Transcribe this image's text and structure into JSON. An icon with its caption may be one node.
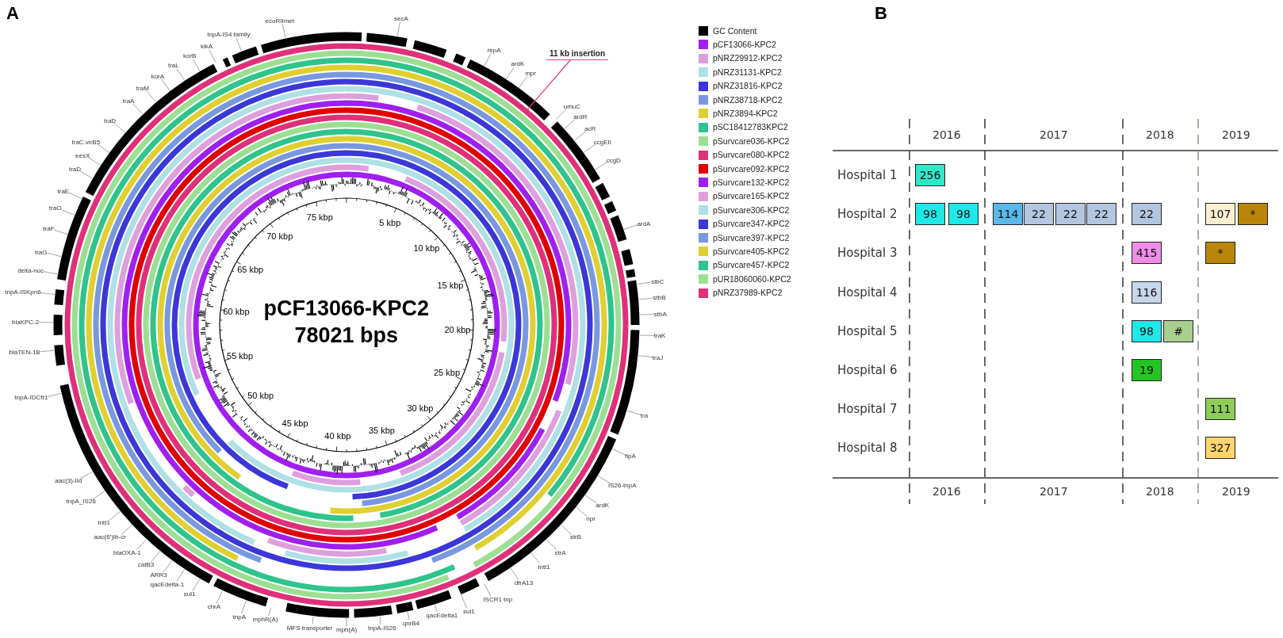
{
  "diagram": {
    "nodes": [
      {
        "text": [
          "secA"
        ]
      },
      {
        "text": [
          "repA"
        ]
      },
      {
        "text": [
          "ardK"
        ]
      },
      {
        "text": [
          "mpr"
        ]
      },
      {
        "text": [
          "umuC"
        ]
      },
      {
        "text": [
          "ardR"
        ]
      },
      {
        "text": [
          "acR"
        ]
      },
      {
        "text": [
          "ccgEII"
        ]
      },
      {
        "text": [
          "ccgD"
        ]
      },
      {
        "text": [
          "ardA"
        ]
      },
      {
        "text": [
          "stbC"
        ]
      },
      {
        "text": [
          "stbB"
        ]
      },
      {
        "text": [
          "stbA"
        ]
      },
      {
        "text": [
          "traK"
        ]
      },
      {
        "text": [
          "traJ"
        ]
      },
      {
        "text": [
          "tra"
        ]
      },
      {
        "text": [
          "fipA"
        ]
      },
      {
        "text": [
          "IS26-tnpA"
        ]
      },
      {
        "text": [
          "ardK"
        ]
      },
      {
        "text": [
          "npr"
        ]
      },
      {
        "text": [
          "strB"
        ]
      },
      {
        "text": [
          "strA"
        ]
      },
      {
        "text": [
          "IntI1"
        ]
      },
      {
        "text": [
          "dfrA13"
        ]
      },
      {
        "text": [
          "ISCR1 tnp"
        ]
      },
      {
        "text": [
          "sul1"
        ]
      },
      {
        "text": [
          "qacEdelta1"
        ]
      },
      {
        "text": [
          "qnrB4"
        ]
      },
      {
        "text": [
          "tnpA-IS26"
        ]
      },
      {
        "text": [
          "mph(A)"
        ]
      },
      {
        "text": [
          "MFS transporter"
        ]
      },
      {
        "text": [
          "mphR(A)"
        ]
      },
      {
        "text": [
          "tnpA"
        ]
      },
      {
        "text": [
          "chrA"
        ]
      },
      {
        "text": [
          "sul1"
        ]
      },
      {
        "text": [
          "qacEdelta-1"
        ]
      },
      {
        "text": [
          "ARR3"
        ]
      },
      {
        "text": [
          "catB3"
        ]
      },
      {
        "text": [
          "blaOXA-1"
        ]
      },
      {
        "text": [
          "aac(6')Ib-cr"
        ]
      },
      {
        "text": [
          "IntI1"
        ]
      },
      {
        "text": [
          "tnpA_IS26"
        ]
      },
      {
        "text": [
          "aac(3)-IId"
        ]
      },
      {
        "text": [
          "tnpA-IDCfr1"
        ]
      },
      {
        "text": [
          "blaTEN-1B"
        ]
      },
      {
        "text": [
          "blaKPC-2"
        ]
      },
      {
        "text": [
          "tnpA-ISKpn6"
        ]
      },
      {
        "text": [
          "delta-nuc"
        ]
      },
      {
        "text": [
          "traG"
        ]
      },
      {
        "text": [
          "traF"
        ]
      },
      {
        "text": [
          "traO"
        ]
      },
      {
        "text": [
          "traE"
        ]
      },
      {
        "text": [
          "traD"
        ]
      },
      {
        "text": [
          "eesX"
        ]
      },
      {
        "text": [
          "traC.virB5"
        ]
      },
      {
        "text": [
          "traD"
        ]
      },
      {
        "text": [
          "traA"
        ]
      },
      {
        "text": [
          "traM"
        ]
      },
      {
        "text": [
          "korA"
        ]
      },
      {
        "text": [
          "traL"
        ]
      },
      {
        "text": [
          "korB"
        ]
      },
      {
        "text": [
          "kikA"
        ]
      },
      {
        "text": [
          "tnpA-IS4 family"
        ]
      },
      {
        "text": [
          "ecoRIImet"
        ]
      },
      {
        "text": [
          "11 kb insertion"
        ]
      },
      {
        "text": [
          "256"
        ]
      },
      {
        "text": [
          "98"
        ]
      },
      {
        "text": [
          "98"
        ]
      },
      {
        "text": [
          "114"
        ]
      },
      {
        "text": [
          "22"
        ]
      },
      {
        "text": [
          "22"
        ]
      },
      {
        "text": [
          "22"
        ]
      },
      {
        "text": [
          "22"
        ]
      },
      {
        "text": [
          "107"
        ]
      },
      {
        "text": [
          "*"
        ]
      },
      {
        "text": [
          "415"
        ]
      },
      {
        "text": [
          "*"
        ]
      },
      {
        "text": [
          "116"
        ]
      },
      {
        "text": [
          "98"
        ]
      },
      {
        "text": [
          "#"
        ]
      },
      {
        "text": [
          "19"
        ]
      },
      {
        "text": [
          "111"
        ]
      },
      {
        "text": [
          "327"
        ]
      }
    ],
    "edges": [
      {
        "from": 0,
        "to": null,
        "arrow": "none"
      },
      {
        "from": 1,
        "to": null,
        "arrow": "none"
      },
      {
        "from": 2,
        "to": null,
        "arrow": "none"
      },
      {
        "from": 3,
        "to": null,
        "arrow": "none"
      },
      {
        "from": 4,
        "to": null,
        "arrow": "none"
      },
      {
        "from": 5,
        "to": null,
        "arrow": "none"
      },
      {
        "from": 6,
        "to": null,
        "arrow": "none"
      },
      {
        "from": 7,
        "to": null,
        "arrow": "none"
      },
      {
        "from": 8,
        "to": null,
        "arrow": "none"
      },
      {
        "from": 9,
        "to": null,
        "arrow": "none"
      },
      {
        "from": 10,
        "to": null,
        "arrow": "none"
      },
      {
        "from": 11,
        "to": null,
        "arrow": "none"
      },
      {
        "from": 12,
        "to": null,
        "arrow": "none"
      },
      {
        "from": 13,
        "to": null,
        "arrow": "none"
      },
      {
        "from": 14,
        "to": null,
        "arrow": "none"
      },
      {
        "from": 15,
        "to": null,
        "arrow": "none"
      },
      {
        "from": 16,
        "to": null,
        "arrow": "none"
      },
      {
        "from": 17,
        "to": null,
        "arrow": "none"
      },
      {
        "from": 18,
        "to": null,
        "arrow": "none"
      },
      {
        "from": 19,
        "to": null,
        "arrow": "none"
      },
      {
        "from": 20,
        "to": null,
        "arrow": "none"
      },
      {
        "from": 21,
        "to": null,
        "arrow": "none"
      },
      {
        "from": 22,
        "to": null,
        "arrow": "none"
      },
      {
        "from": 23,
        "to": null,
        "arrow": "none"
      },
      {
        "from": 24,
        "to": null,
        "arrow": "none"
      },
      {
        "from": 25,
        "to": null,
        "arrow": "none"
      },
      {
        "from": 26,
        "to": null,
        "arrow": "none"
      },
      {
        "from": 27,
        "to": null,
        "arrow": "none"
      },
      {
        "from": 28,
        "to": null,
        "arrow": "none"
      },
      {
        "from": 29,
        "to": null,
        "arrow": "none"
      },
      {
        "from": 30,
        "to": null,
        "arrow": "none"
      },
      {
        "from": 31,
        "to": null,
        "arrow": "none"
      },
      {
        "from": 32,
        "to": null,
        "arrow": "none"
      },
      {
        "from": 33,
        "to": null,
        "arrow": "none"
      },
      {
        "from": 34,
        "to": null,
        "arrow": "none"
      },
      {
        "from": 35,
        "to": null,
        "arrow": "none"
      },
      {
        "from": 36,
        "to": null,
        "arrow": "none"
      },
      {
        "from": 37,
        "to": null,
        "arrow": "none"
      },
      {
        "from": 38,
        "to": null,
        "arrow": "none"
      },
      {
        "from": 39,
        "to": null,
        "arrow": "none"
      },
      {
        "from": 40,
        "to": null,
        "arrow": "none"
      },
      {
        "from": 41,
        "to": null,
        "arrow": "none"
      },
      {
        "from": 42,
        "to": null,
        "arrow": "none"
      },
      {
        "from": 43,
        "to": null,
        "arrow": "none"
      },
      {
        "from": 44,
        "to": null,
        "arrow": "none"
      },
      {
        "from": 45,
        "to": null,
        "arrow": "none"
      },
      {
        "from": 46,
        "to": null,
        "arrow": "none"
      },
      {
        "from": 47,
        "to": null,
        "arrow": "none"
      },
      {
        "from": 48,
        "to": null,
        "arrow": "none"
      },
      {
        "from": 49,
        "to": null,
        "arrow": "none"
      },
      {
        "from": 50,
        "to": null,
        "arrow": "none"
      },
      {
        "from": 51,
        "to": null,
        "arrow": "none"
      },
      {
        "from": 52,
        "to": null,
        "arrow": "none"
      },
      {
        "from": 53,
        "to": null,
        "arrow": "none"
      },
      {
        "from": 54,
        "to": null,
        "arrow": "none"
      },
      {
        "from": 55,
        "to": null,
        "arrow": "none"
      },
      {
        "from": 56,
        "to": null,
        "arrow": "none"
      },
      {
        "from": 57,
        "to": null,
        "arrow": "none"
      },
      {
        "from": 58,
        "to": null,
        "arrow": "none"
      },
      {
        "from": 59,
        "to": null,
        "arrow": "none"
      },
      {
        "from": 60,
        "to": null,
        "arrow": "none"
      },
      {
        "from": 61,
        "to": null,
        "arrow": "none"
      },
      {
        "from": 62,
        "to": null,
        "arrow": "none"
      },
      {
        "from": 63,
        "to": null,
        "arrow": "none"
      },
      {
        "from": 64,
        "to": null,
        "arrow": "none",
        "color": "#e8417a"
      }
    ],
    "labels": [
      "A",
      "pCF13066-KPC2",
      "78021 bps",
      "5 kbp",
      "10 kbp",
      "15 kbp",
      "20 kbp",
      "25 kbp",
      "30 kbp",
      "35 kbp",
      "40 kbp",
      "45 kbp",
      "50 kbp",
      "55 kbp",
      "60 kbp",
      "65 kbp",
      "70 kbp",
      "75 kbp",
      "B",
      "2016",
      "2017",
      "2018",
      "2019",
      "Hospital 1",
      "Hospital 2",
      "Hospital 3",
      "Hospital 4",
      "Hospital 5",
      "Hospital 6",
      "Hospital 7",
      "Hospital 8",
      "2016",
      "2017",
      "2018",
      "2019"
    ],
    "legend": [
      {
        "text": "GC Content",
        "color": "#000000"
      },
      {
        "text": "pCF13066-KPC2",
        "color": "#a01ff0"
      },
      {
        "text": "pNRZ29912-KPC2",
        "color": "#de9fde"
      },
      {
        "text": "pNRZ31131-KPC2",
        "color": "#aee0e6"
      },
      {
        "text": "pNRZ31816-KPC2",
        "color": "#3b37d9"
      },
      {
        "text": "pNRZ38718-KPC2",
        "color": "#7898e0"
      },
      {
        "text": "pNRZ3894-KPC2",
        "color": "#e0cf30"
      },
      {
        "text": "pSC18412783KPC2",
        "color": "#2ec48c"
      },
      {
        "text": "pSurvcare036-KPC2",
        "color": "#9ddf92"
      },
      {
        "text": "pSurvcare080-KPC2",
        "color": "#e03079"
      },
      {
        "text": "pSurvcare092-KPC2",
        "color": "#e00000"
      },
      {
        "text": "pSurvcare132-KPC2",
        "color": "#a01ff0"
      },
      {
        "text": "pSurvcare165-KPC2",
        "color": "#de9fde"
      },
      {
        "text": "pSurvcare306-KPC2",
        "color": "#aee0e6"
      },
      {
        "text": "pSurvcare347-KPC2",
        "color": "#3b37d9"
      },
      {
        "text": "pSurvcare397-KPC2",
        "color": "#7898e0"
      },
      {
        "text": "pSurvcare405-KPC2",
        "color": "#e0cf30"
      },
      {
        "text": "pSurvcare457-KPC2",
        "color": "#2ec48c"
      },
      {
        "text": "pUR18060060-KPC2",
        "color": "#9ddf92"
      },
      {
        "text": "pNRZ37989-KPC2",
        "color": "#e03079"
      }
    ]
  }
}
